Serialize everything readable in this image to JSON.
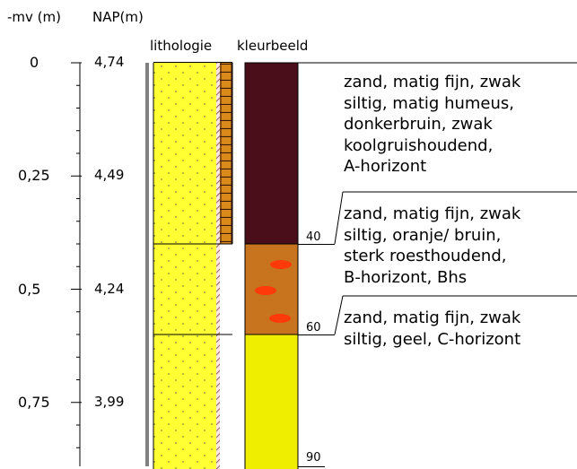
{
  "headers": {
    "depth_axis": "-mv (m)",
    "nap_axis": "NAP(m)",
    "lithology": "lithologie",
    "color": "kleurbeeld"
  },
  "depth_ticks": [
    {
      "depth": "0",
      "nap": "4,74"
    },
    {
      "depth": "0,25",
      "nap": "4,49"
    },
    {
      "depth": "0,5",
      "nap": "4,24"
    },
    {
      "depth": "0,75",
      "nap": "3,99"
    }
  ],
  "layers": [
    {
      "top_cm": 0,
      "bottom_cm": 40,
      "color": "#4a0e1b",
      "boundary_label": "40",
      "description": [
        "zand, matig fijn, zwak",
        "siltig, matig humeus,",
        "donkerbruin, zwak",
        "koolgruishoudend,",
        "A-horizont"
      ]
    },
    {
      "top_cm": 40,
      "bottom_cm": 60,
      "color": "#c8741f",
      "boundary_label": "60",
      "description": [
        "zand, matig fijn, zwak",
        "siltig, oranje/ bruin,",
        "sterk roesthoudend,",
        "B-horizont, Bhs"
      ]
    },
    {
      "top_cm": 60,
      "bottom_cm": 90,
      "color": "#f0ee00",
      "boundary_label": "90",
      "description": [
        "zand, matig fijn, zwak",
        "siltig, geel, C-horizont"
      ]
    }
  ],
  "colors": {
    "sand": "#ffff33",
    "sand_dots": "#8a8a3a",
    "humus_band": "#d98a1a",
    "roest_spots": "#ff3a0a",
    "axis_bar": "#808080"
  }
}
